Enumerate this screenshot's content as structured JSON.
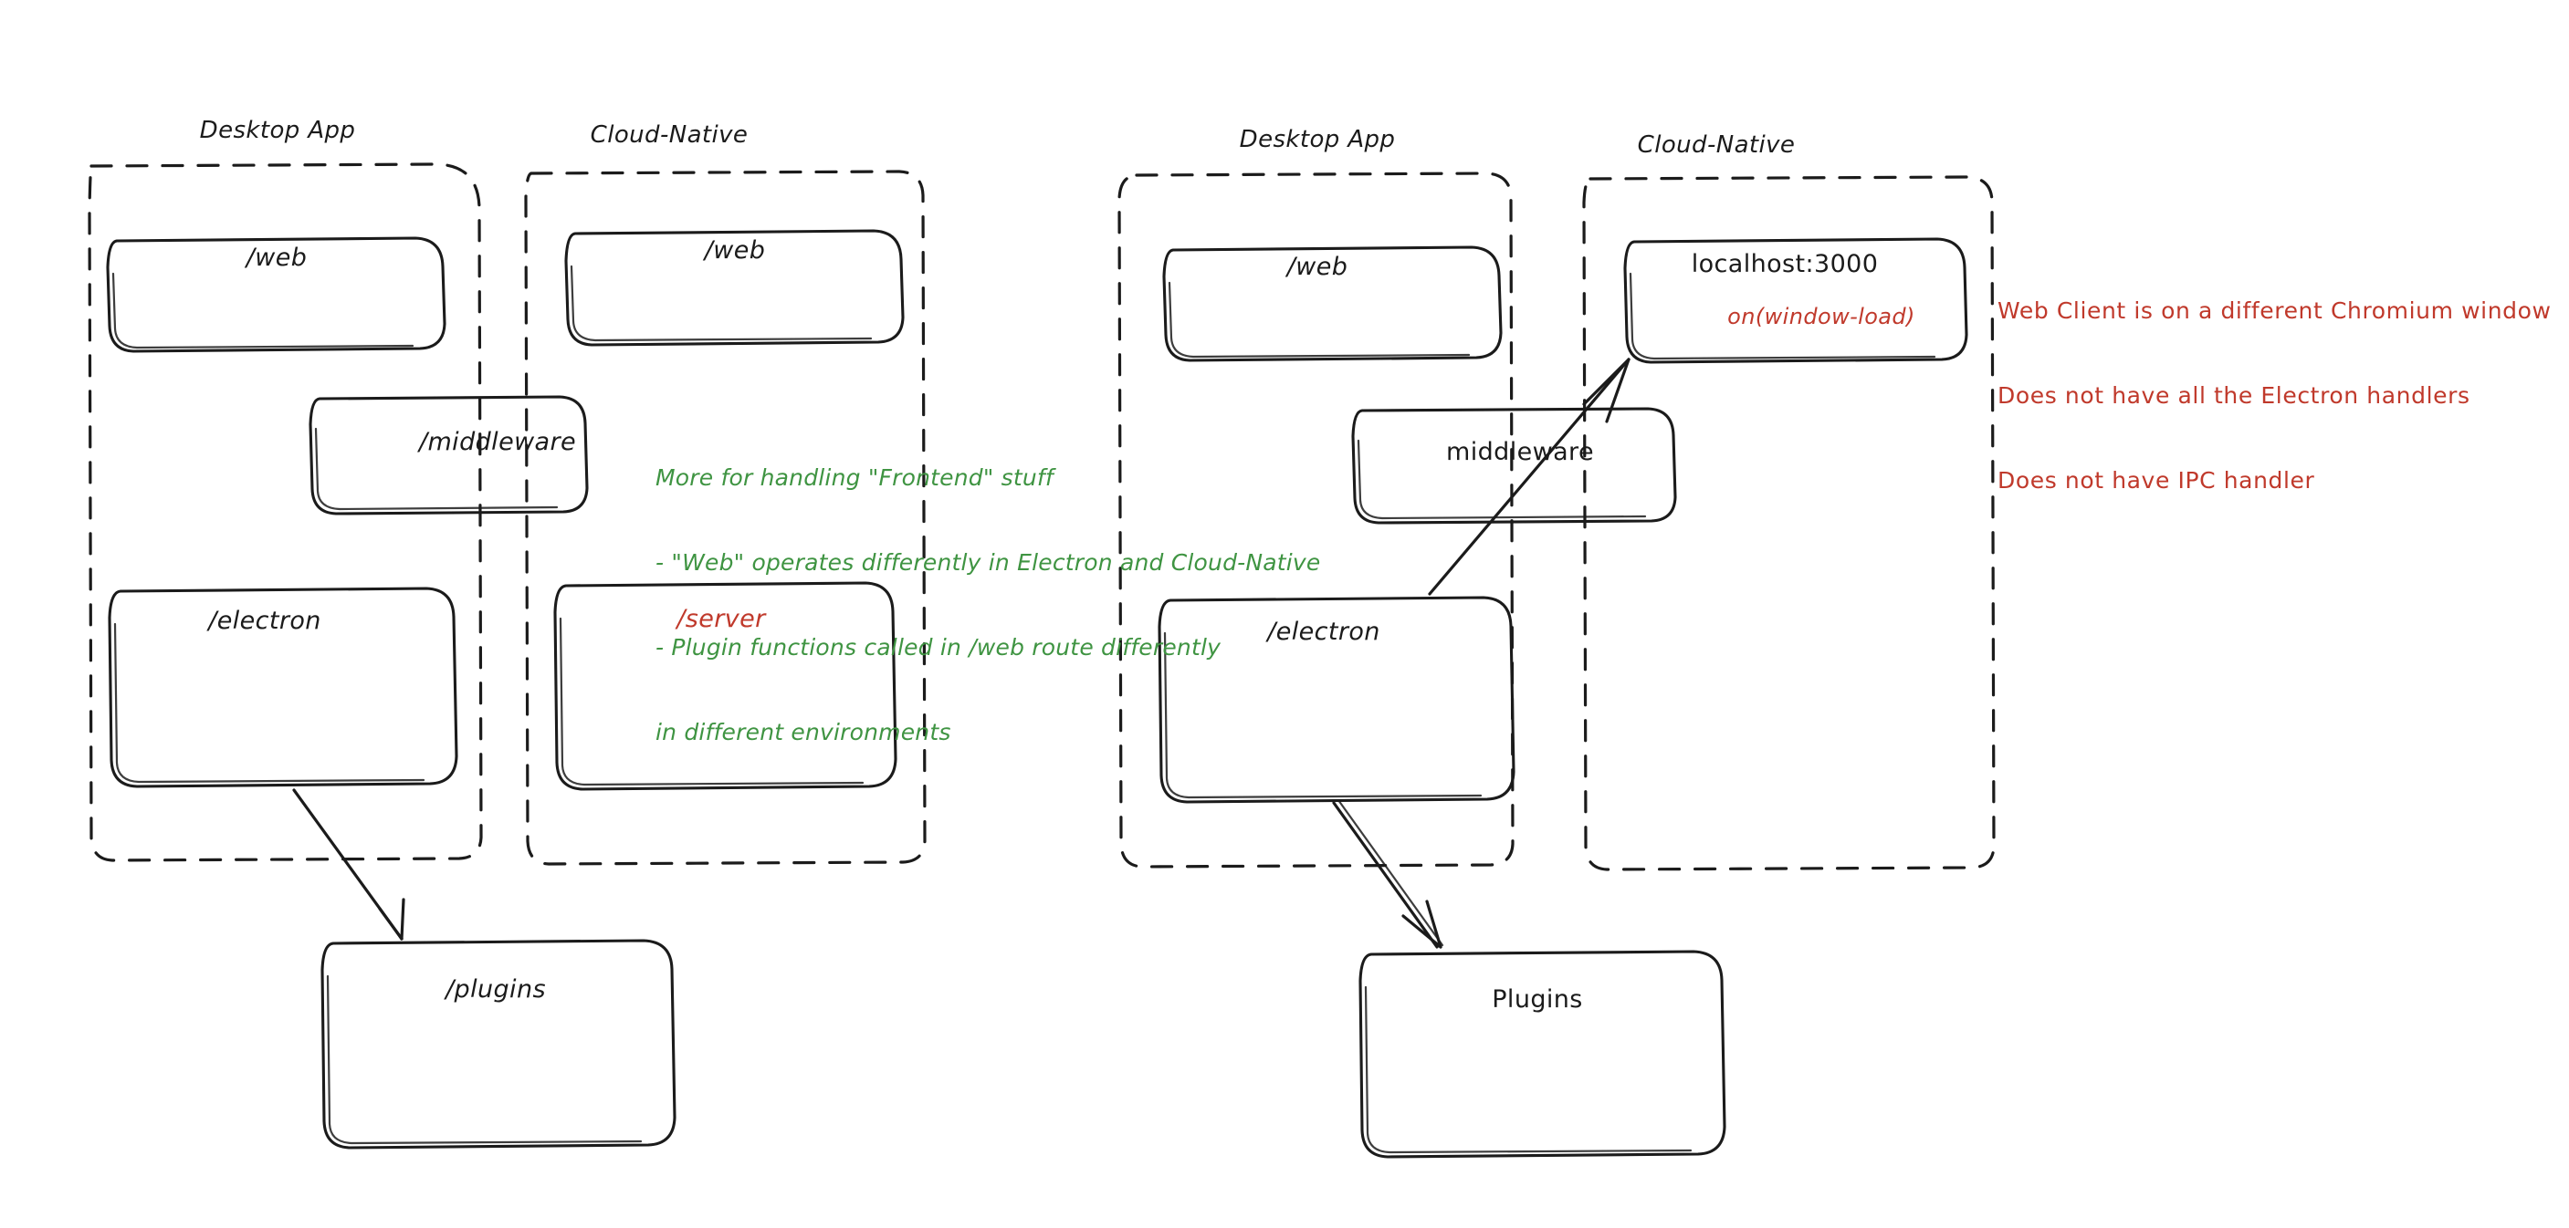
{
  "meta": {
    "background": "#ffffff",
    "ink": "#1b1b1b",
    "green": "#3f9442",
    "red": "#c0392b"
  },
  "diagrams": [
    {
      "id": "left-diagram",
      "groups": [
        {
          "id": "left-desktop-app",
          "title": "Desktop App"
        },
        {
          "id": "left-cloud-native",
          "title": "Cloud-Native"
        }
      ],
      "boxes": [
        {
          "id": "left-desktop-web",
          "label": "/web",
          "color": "ink"
        },
        {
          "id": "left-cloud-web",
          "label": "/web",
          "color": "ink"
        },
        {
          "id": "left-middleware",
          "label": "/middleware",
          "color": "ink"
        },
        {
          "id": "left-electron",
          "label": "/electron",
          "color": "ink"
        },
        {
          "id": "left-server",
          "label": "/server",
          "color": "red"
        },
        {
          "id": "left-plugins",
          "label": "/plugins",
          "color": "ink"
        }
      ],
      "arrows": [
        {
          "id": "left-electron-to-plugins",
          "from": "left-electron",
          "to": "left-plugins"
        }
      ]
    },
    {
      "id": "right-diagram",
      "groups": [
        {
          "id": "right-desktop-app",
          "title": "Desktop App"
        },
        {
          "id": "right-cloud-native",
          "title": "Cloud-Native"
        }
      ],
      "boxes": [
        {
          "id": "right-desktop-web",
          "label": "/web",
          "color": "ink"
        },
        {
          "id": "right-localhost",
          "label": "localhost:3000",
          "color": "ink",
          "sublabel": "on(window-load)"
        },
        {
          "id": "right-middleware",
          "label": "middleware",
          "color": "ink"
        },
        {
          "id": "right-electron",
          "label": "/electron",
          "color": "ink"
        },
        {
          "id": "right-plugins",
          "label": "Plugins",
          "color": "ink"
        }
      ],
      "arrows": [
        {
          "id": "right-electron-to-localhost",
          "from": "right-electron",
          "to": "right-localhost"
        },
        {
          "id": "right-electron-to-plugins",
          "from": "right-electron",
          "to": "right-plugins"
        }
      ]
    }
  ],
  "annotations": {
    "green_note": {
      "id": "frontend-note",
      "lines": [
        "More for handling \"Frontend\" stuff",
        "- \"Web\" operates differently in Electron and Cloud-Native",
        "- Plugin functions called in /web route differently",
        "in different environments"
      ]
    },
    "red_note": {
      "id": "web-client-note",
      "lines": [
        "Web Client is on a different Chromium window",
        "Does not have all the Electron handlers",
        "Does not have IPC handler"
      ]
    }
  }
}
